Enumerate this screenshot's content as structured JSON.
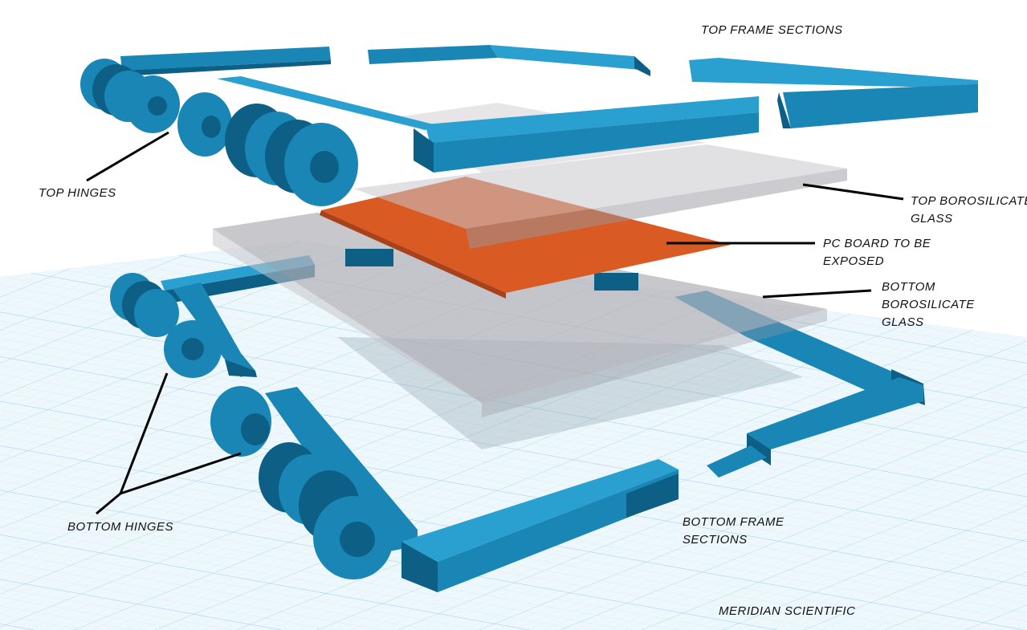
{
  "title": "",
  "labels": {
    "top_frame_sections": "TOP FRAME SECTIONS",
    "top_hinges": "TOP HINGES",
    "top_glass_line1": "TOP BOROSILICATE",
    "top_glass_line2": "GLASS",
    "pc_board_line1": "PC BOARD TO BE",
    "pc_board_line2": "EXPOSED",
    "bottom_glass_line1": "BOTTOM",
    "bottom_glass_line2": "BOROSILICATE",
    "bottom_glass_line3": "GLASS",
    "bottom_hinges": "BOTTOM HINGES",
    "bottom_frame_line1": "BOTTOM FRAME",
    "bottom_frame_line2": "SECTIONS",
    "credit": "MERIDIAN SCIENTIFIC"
  },
  "colors": {
    "frame": "#1a86b6",
    "frame_dark": "#0d5f85",
    "frame_light": "#2aa0d0",
    "glass": "#c9c6cc",
    "pcb": "#d95a22",
    "grid": "#cfe9f4",
    "grid_major": "#9fd3e8",
    "leader": "#000000"
  }
}
